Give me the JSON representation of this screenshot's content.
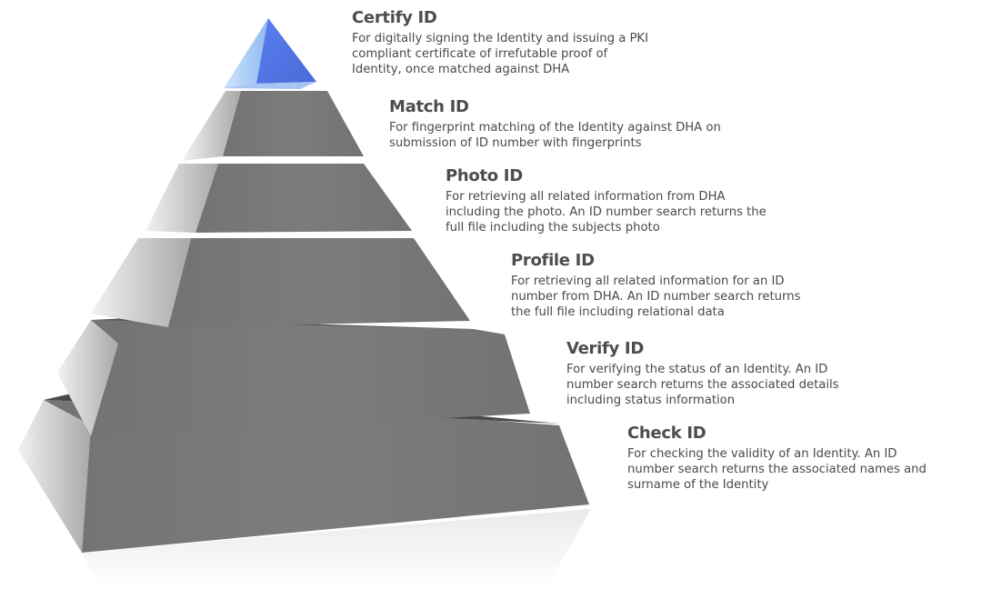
{
  "diagram": {
    "type": "pyramid",
    "accent_color": "#5b7fe8",
    "tier_color": "#7a7a7a",
    "tiers": [
      {
        "title": "Certify ID",
        "description": "For digitally signing the Identity and issuing a PKI\ncompliant certificate of irrefutable proof of\nIdentity, once matched against DHA",
        "highlighted": true
      },
      {
        "title": "Match ID",
        "description": "For fingerprint matching of the Identity against DHA on\nsubmission of ID number with fingerprints"
      },
      {
        "title": "Photo ID",
        "description": "For retrieving all related information from DHA\nincluding the photo. An ID number search returns the\nfull file including the subjects photo"
      },
      {
        "title": "Profile ID",
        "description": "For retrieving all related information for an ID\nnumber from DHA. An ID number search returns\nthe full file including relational data"
      },
      {
        "title": "Verify ID",
        "description": "For verifying the status of an Identity. An ID\nnumber search returns the associated details\nincluding status information"
      },
      {
        "title": "Check ID",
        "description": "For checking the validity of an Identity. An ID\nnumber search returns the associated names and\nsurname of the Identity"
      }
    ]
  }
}
